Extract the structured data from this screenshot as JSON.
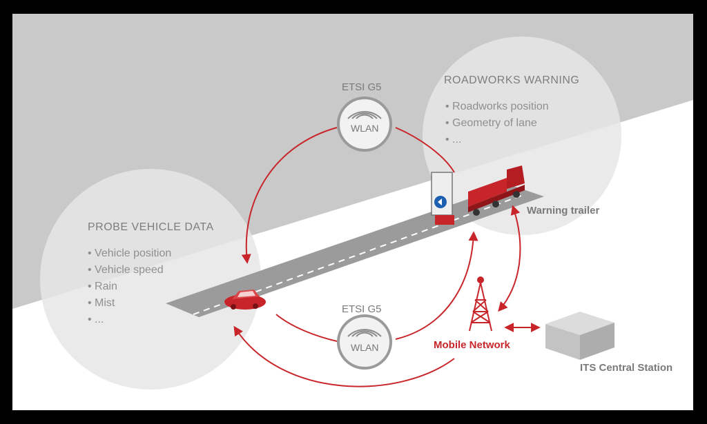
{
  "etsi_top": {
    "label": "ETSI G5",
    "badge": "WLAN"
  },
  "etsi_bottom": {
    "label": "ETSI G5",
    "badge": "WLAN"
  },
  "roadworks": {
    "title": "ROADWORKS WARNING",
    "items": [
      "Roadworks position",
      "Geometry of lane",
      "..."
    ]
  },
  "probe": {
    "title": "PROBE VEHICLE DATA",
    "items": [
      "Vehicle position",
      "Vehicle speed",
      "Rain",
      "Mist",
      "..."
    ]
  },
  "warning_trailer": "Warning trailer",
  "mobile_network": "Mobile Network",
  "its_central": "ITS Central Station",
  "colors": {
    "accent_red": "#c8252a",
    "background_gray": "#c9c9c9",
    "road": "#9e9e9e",
    "circle_fill": "#e0e0e0"
  },
  "icons": [
    "wifi-signal-icon",
    "red-car-icon",
    "red-truck-icon",
    "warning-sign-icon",
    "cell-tower-icon",
    "server-box-icon"
  ]
}
